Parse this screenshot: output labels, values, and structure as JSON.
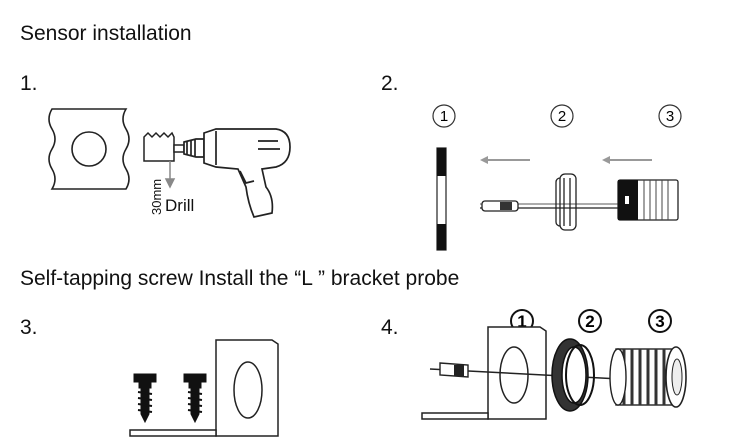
{
  "title": "Sensor installation",
  "steps": {
    "s1": "1.",
    "s2": "2.",
    "s3": "3.",
    "s4": "4."
  },
  "subtitle": "Self-tapping screw Install the “L ” bracket probe",
  "step1": {
    "dimension": "30mm",
    "tool_label": "Drill"
  },
  "step2": {
    "parts": [
      "1",
      "2",
      "3"
    ]
  },
  "step4": {
    "parts": [
      "1",
      "2",
      "3"
    ]
  },
  "icons": [
    "wall-panel-icon",
    "hole-saw-icon",
    "drill-icon",
    "bumper-icon",
    "arrow-left-icon",
    "grommet-icon",
    "sensor-probe-icon",
    "screw-icon",
    "l-bracket-icon"
  ],
  "colors": {
    "line": "#222222",
    "arrow": "#888888"
  }
}
